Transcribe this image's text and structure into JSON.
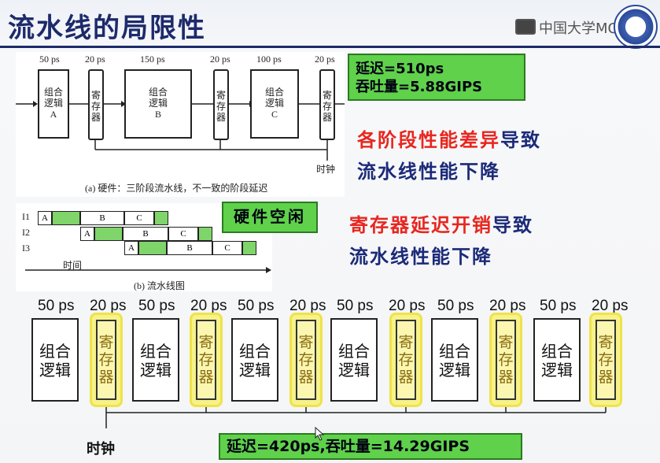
{
  "slide": {
    "title": "流水线的局限性",
    "brand": "中国大学MOOC"
  },
  "figA": {
    "stage_labels": [
      "50 ps",
      "20 ps",
      "150 ps",
      "20 ps",
      "100 ps",
      "20 ps"
    ],
    "blocks": [
      {
        "text": "组合\n逻辑\nA"
      },
      {
        "text": "寄\n存\n器"
      },
      {
        "text": "组合\n逻辑\nB"
      },
      {
        "text": "寄\n存\n器"
      },
      {
        "text": "组合\n逻辑\nC"
      },
      {
        "text": "寄\n存\n器"
      }
    ],
    "clock": "时钟",
    "caption": "(a) 硬件：三阶段流水线，不一致的阶段延迟"
  },
  "metrics1": {
    "line1": "延迟=510ps",
    "line2": "吞吐量=5.88GIPS"
  },
  "note1": {
    "red": "各阶段性能差异",
    "navy1": "导致",
    "navy2": "流水线性能下降"
  },
  "idle_label": "硬件空闲",
  "note2": {
    "red": "寄存器延迟开销",
    "navy1": "导致",
    "navy2": "流水线性能下降"
  },
  "figB": {
    "rows": [
      {
        "label": "I1",
        "cells": [
          "A",
          "",
          "B",
          "C",
          ""
        ]
      },
      {
        "label": "I2",
        "cells": [
          "A",
          "",
          "B",
          "C",
          ""
        ]
      },
      {
        "label": "I3",
        "cells": [
          "A",
          "",
          "B",
          "C",
          ""
        ]
      }
    ],
    "time_label": "时间",
    "caption": "(b) 流水线图"
  },
  "bottom": {
    "ps_labels": [
      "50 ps",
      "20 ps",
      "50 ps",
      "20 ps",
      "50 ps",
      "20 ps",
      "50 ps",
      "20 ps",
      "50 ps",
      "20 ps",
      "50 ps",
      "20 ps"
    ],
    "logic_text": "组合\n逻辑",
    "reg_text": "寄\n存\n器",
    "clock": "时钟",
    "metrics": "延迟=420ps,吞吐量=14.29GIPS"
  }
}
